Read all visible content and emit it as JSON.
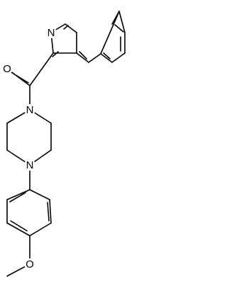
{
  "molecule": {
    "atoms": [
      {
        "id": "n_quinoline",
        "element": "N"
      },
      {
        "id": "o_carbonyl",
        "element": "O"
      },
      {
        "id": "n_piperazine_top",
        "element": "N"
      },
      {
        "id": "n_piperazine_bottom",
        "element": "N"
      },
      {
        "id": "o_methoxy",
        "element": "O"
      }
    ],
    "colors": {
      "bond": "#000000",
      "label": "#000000",
      "background": "#ffffff"
    }
  }
}
